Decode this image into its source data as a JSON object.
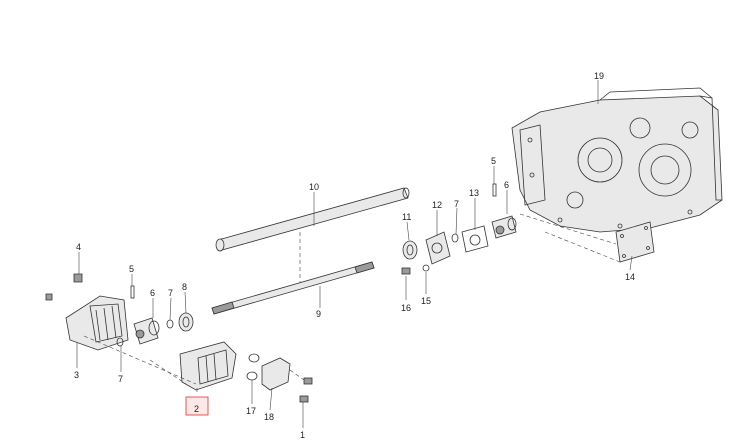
{
  "diagram": {
    "callouts": {
      "p1": "1",
      "p2": "2",
      "p3": "3",
      "p4": "4",
      "p5a": "5",
      "p5b": "5",
      "p6a": "6",
      "p6b": "6",
      "p7a": "7",
      "p7b": "7",
      "p7c": "7",
      "p8": "8",
      "p9": "9",
      "p10": "10",
      "p11": "11",
      "p12": "12",
      "p13": "13",
      "p14": "14",
      "p15": "15",
      "p16": "16",
      "p17": "17",
      "p18": "18",
      "p19": "19"
    },
    "highlighted_part": "2",
    "highlight_color": "#e05a5a"
  }
}
